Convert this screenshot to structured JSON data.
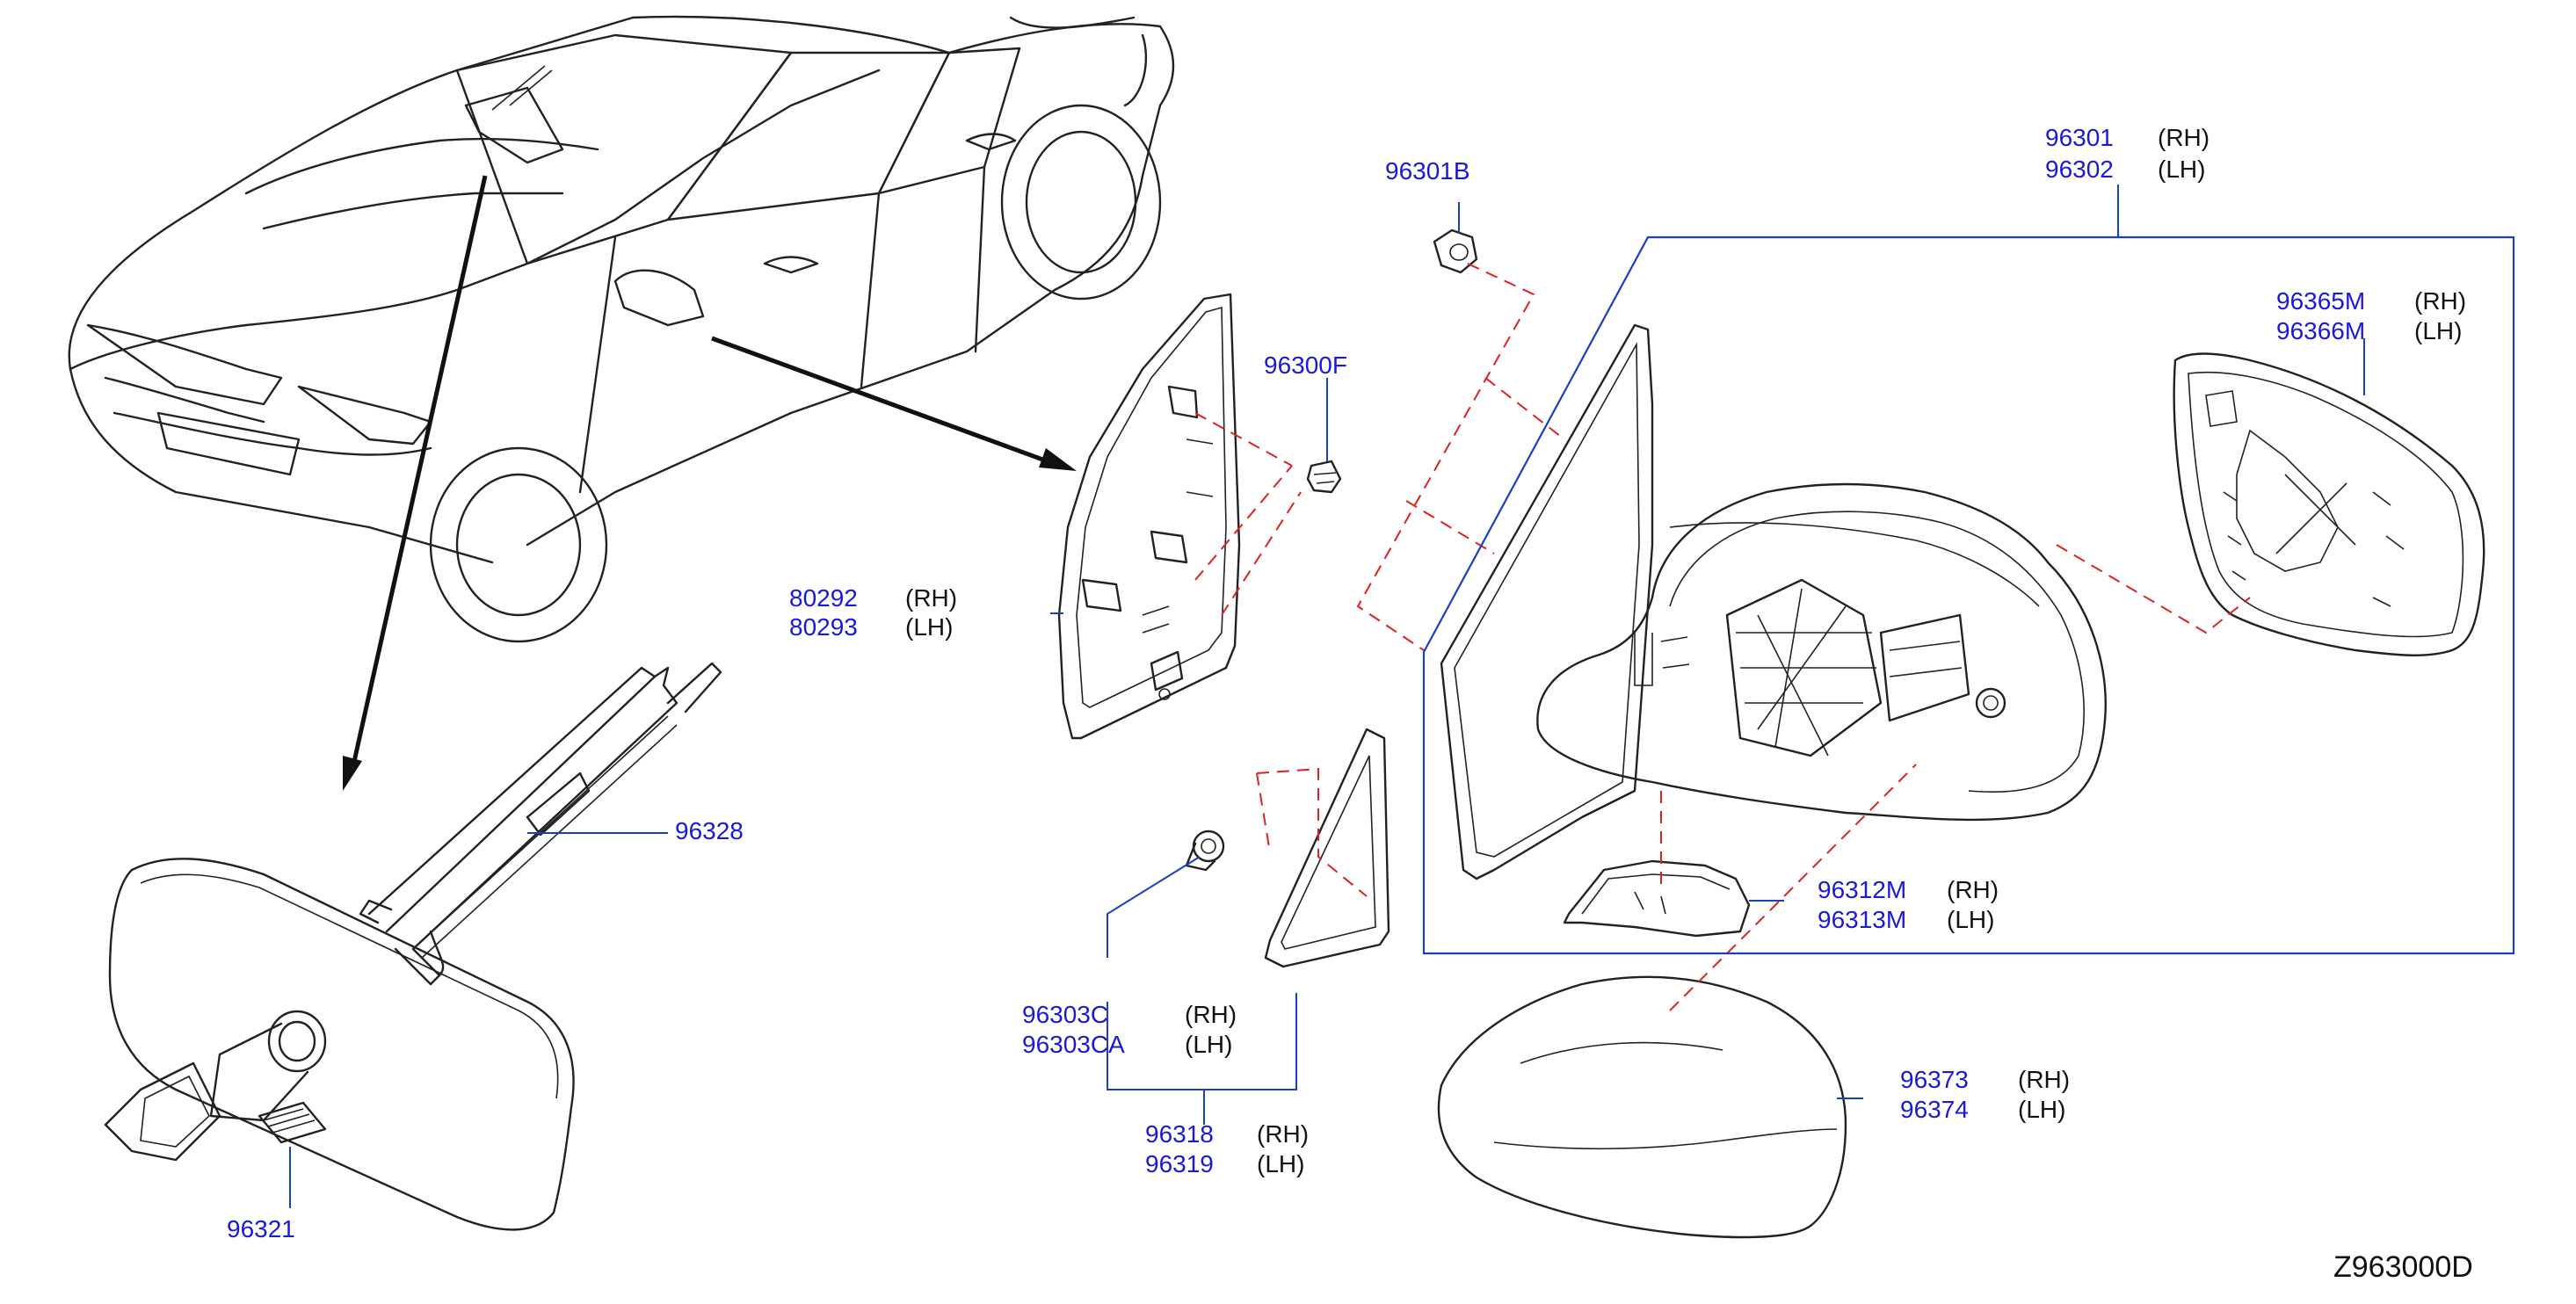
{
  "diagram_code": "Z963000D",
  "callouts": [
    {
      "id": "96301",
      "side": "(RH)"
    },
    {
      "id": "96302",
      "side": "(LH)"
    },
    {
      "id": "96301B"
    },
    {
      "id": "96300F"
    },
    {
      "id": "96365M",
      "side": "(RH)"
    },
    {
      "id": "96366M",
      "side": "(LH)"
    },
    {
      "id": "80292",
      "side": "(RH)"
    },
    {
      "id": "80293",
      "side": "(LH)"
    },
    {
      "id": "96328"
    },
    {
      "id": "96312M",
      "side": "(RH)"
    },
    {
      "id": "96313M",
      "side": "(LH)"
    },
    {
      "id": "96303C",
      "side": "(RH)"
    },
    {
      "id": "96303CA",
      "side": "(LH)"
    },
    {
      "id": "96373",
      "side": "(RH)"
    },
    {
      "id": "96374",
      "side": "(LH)"
    },
    {
      "id": "96318",
      "side": "(RH)"
    },
    {
      "id": "96319",
      "side": "(LH)"
    },
    {
      "id": "96321"
    }
  ],
  "icons": [
    "vehicle-outline",
    "rear-view-mirror",
    "door-mirror-assembly",
    "mirror-glass",
    "mirror-cover",
    "finisher-trim",
    "clip",
    "nut"
  ]
}
